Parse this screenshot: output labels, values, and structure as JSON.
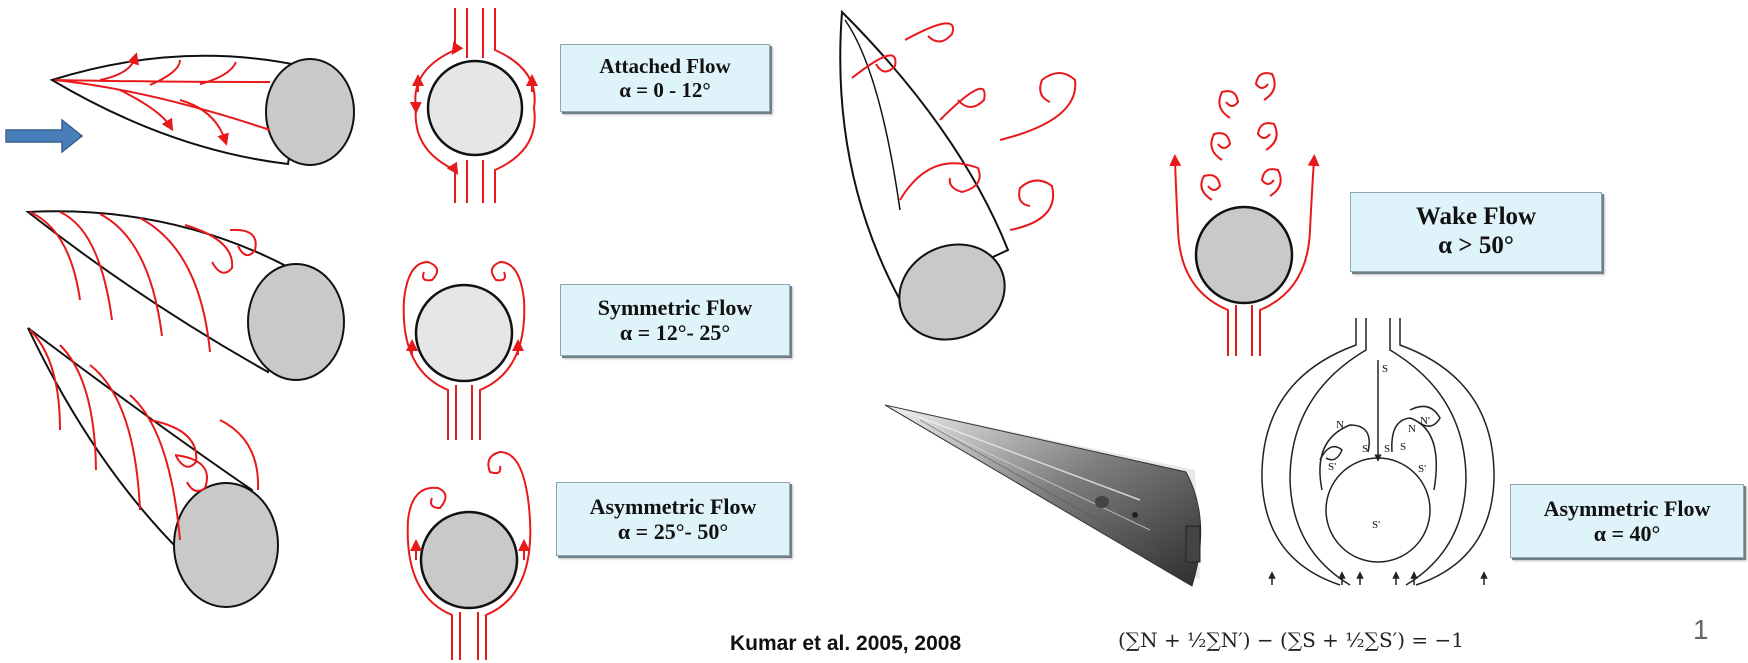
{
  "labels": {
    "attached": {
      "line1": "Attached Flow",
      "line2": "α = 0 - 12°"
    },
    "symmetric": {
      "line1": "Symmetric Flow",
      "line2": "α = 12°- 25°"
    },
    "asymmetric_left": {
      "line1": "Asymmetric Flow",
      "line2": "α = 25°- 50°"
    },
    "wake": {
      "line1": "Wake Flow",
      "line2": "α > 50°"
    },
    "asymmetric_right": {
      "line1": "Asymmetric Flow",
      "line2": "α = 40°"
    }
  },
  "topology_labels": {
    "saddle": "S",
    "saddle_prime": "S'",
    "node": "N",
    "node_prime": "N'"
  },
  "citation": "Kumar et al. 2005, 2008",
  "formula": "(∑N + ½∑N′) − (∑S + ½∑S′) = −1",
  "page_number": "1",
  "colors": {
    "streamline": "#e8191b",
    "label_bg": "#dff3fa",
    "arrow": "#4a7ebb",
    "body_fill": "#c9c9c9"
  }
}
